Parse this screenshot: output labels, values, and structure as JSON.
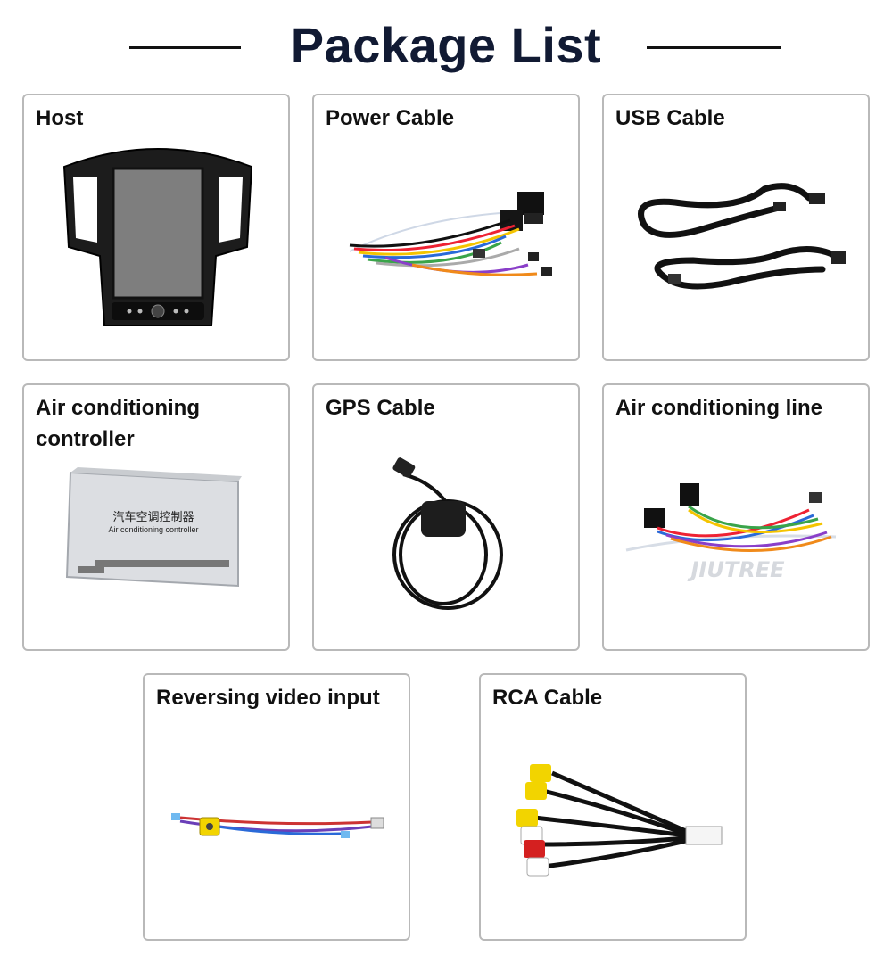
{
  "page": {
    "title": "Package List"
  },
  "items": [
    {
      "label": "Host",
      "icon": "car-stereo-head-unit"
    },
    {
      "label": "Power Cable",
      "icon": "power-wiring-harness"
    },
    {
      "label": "USB Cable",
      "icon": "usb-cable"
    },
    {
      "label": "Air conditioning controller",
      "icon": "air-conditioning-controller-box",
      "box_text_cn": "汽车空调控制器",
      "box_text_en": "Air conditioning controller"
    },
    {
      "label": "GPS Cable",
      "icon": "gps-antenna-cable"
    },
    {
      "label": "Air conditioning line",
      "icon": "air-conditioning-wire-harness",
      "watermark": "JIUTREE"
    },
    {
      "label": "Reversing video input",
      "icon": "reversing-camera-cable"
    },
    {
      "label": "RCA Cable",
      "icon": "rca-cable"
    }
  ],
  "colors": {
    "title": "#111a33",
    "card_border": "#b9b9b9",
    "rca_yellow": "#f2d400",
    "rca_red": "#d42020"
  }
}
